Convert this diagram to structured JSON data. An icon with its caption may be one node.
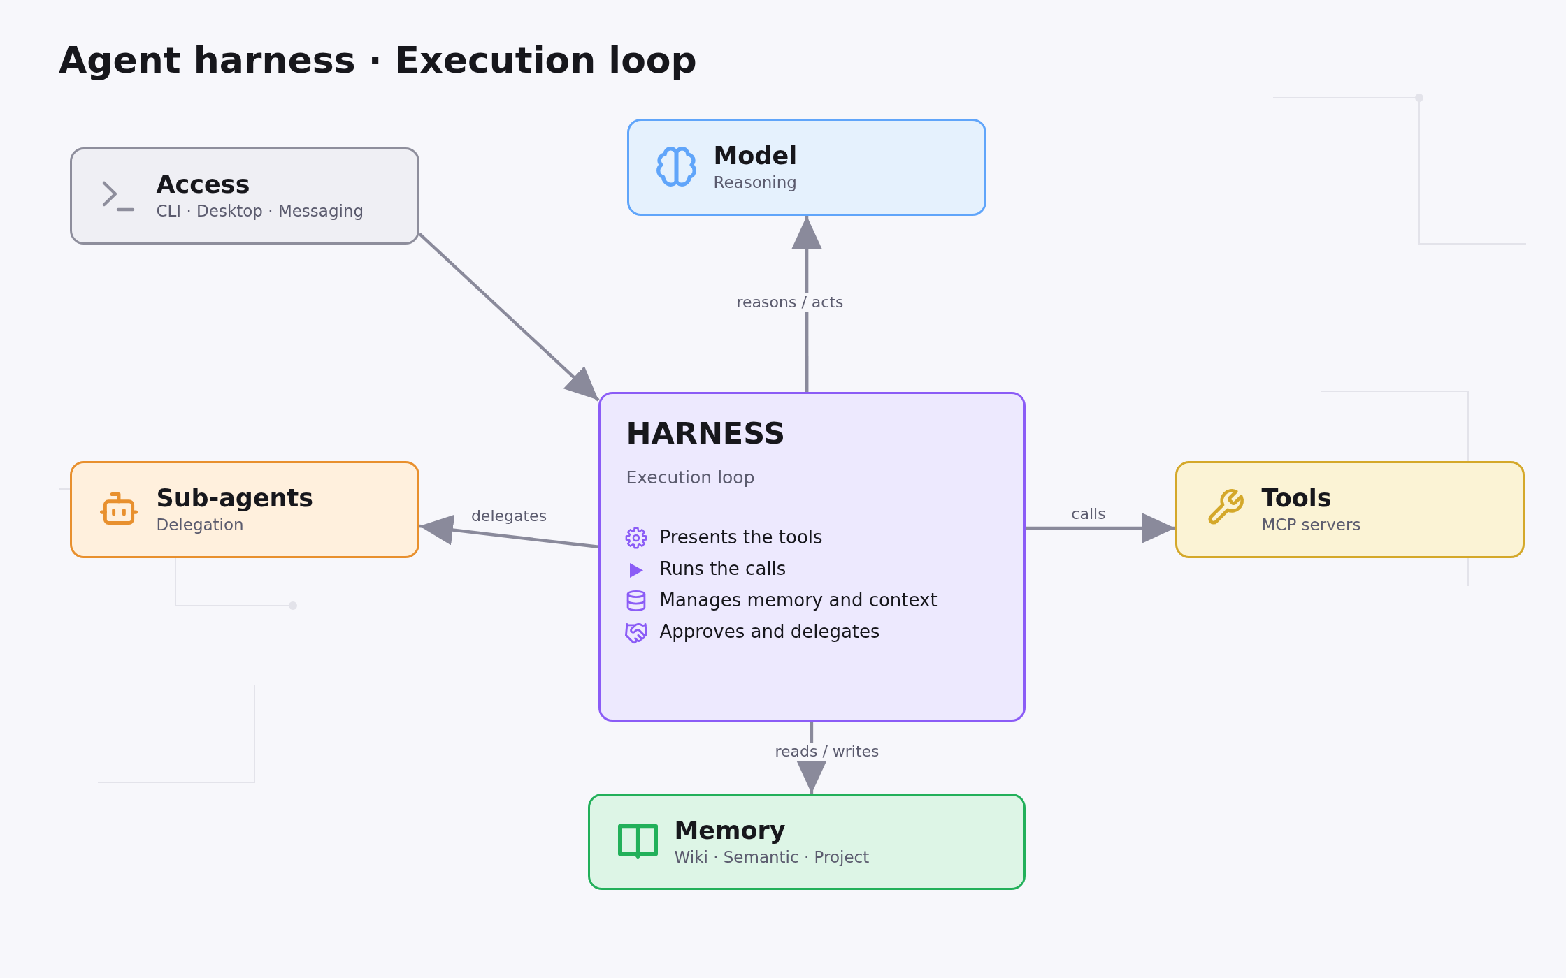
{
  "diagram": {
    "title": "Agent harness · Execution loop",
    "nodes": [
      {
        "text": [
          "Access",
          "CLI · Desktop · Messaging"
        ]
      },
      {
        "text": [
          "Model",
          "Reasoning"
        ]
      },
      {
        "text": [
          "HARNESS",
          "Execution loop",
          "Presents the tools",
          "Runs the calls",
          "Manages memory and context",
          "Approves and delegates"
        ]
      },
      {
        "text": [
          "Sub-agents",
          "Delegation"
        ]
      },
      {
        "text": [
          "Tools",
          "MCP servers"
        ]
      },
      {
        "text": [
          "Memory",
          "Wiki · Semantic · Project"
        ]
      }
    ],
    "edges": [
      {
        "from": 0,
        "to": 2,
        "arrow": "to"
      },
      {
        "from": 2,
        "to": 1,
        "arrow": "to",
        "label": "reasons / acts"
      },
      {
        "from": 2,
        "to": 3,
        "arrow": "to",
        "label": "delegates"
      },
      {
        "from": 2,
        "to": 4,
        "arrow": "to",
        "label": "calls"
      },
      {
        "from": 2,
        "to": 5,
        "arrow": "to",
        "label": "reads / writes"
      }
    ]
  }
}
